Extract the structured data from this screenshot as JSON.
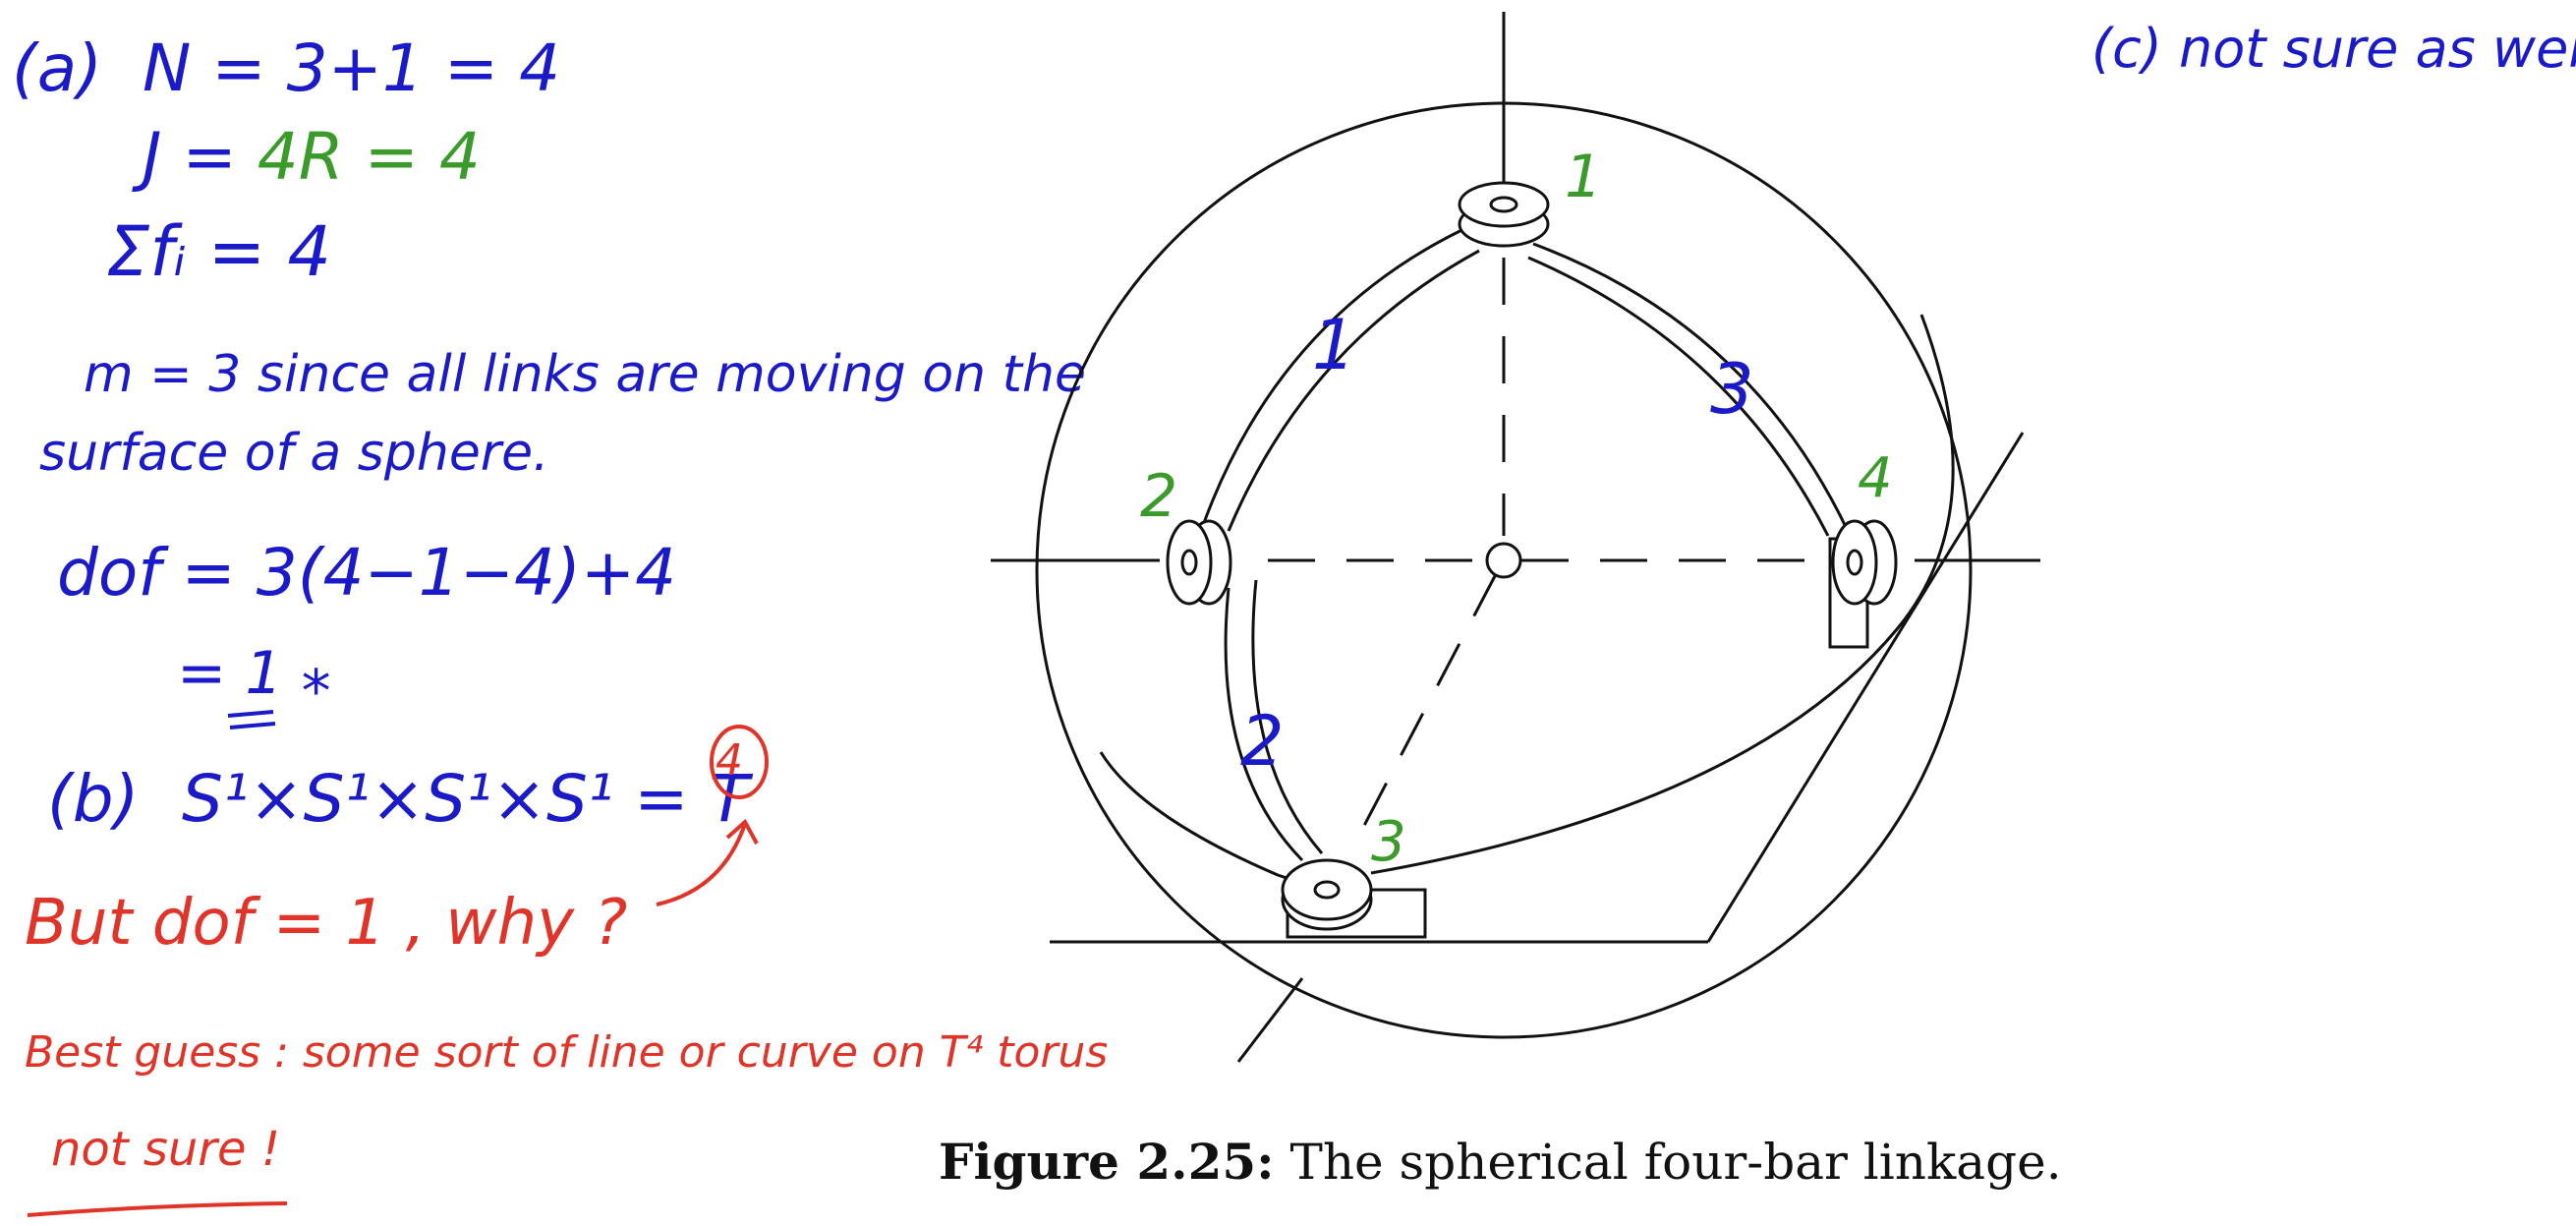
{
  "notes": {
    "a": {
      "label": "(a)",
      "n_line": "N = 3+1 = 4",
      "j_prefix": "J = ",
      "j_green": "4R = 4",
      "sum_line": "Σfᵢ = 4",
      "m_line": "m = 3 since all links are moving on the",
      "m_line2": "surface of a sphere.",
      "dof_line": "dof = 3(4−1−4)+4",
      "dof_result": "= 1  ⁎"
    },
    "b": {
      "label": "(b)",
      "formula": "S¹×S¹×S¹×S¹ = T",
      "exponent": "4",
      "question": "But dof = 1 , why ?",
      "guess": "Best guess : some sort of line or curve on T⁴ torus",
      "not_sure": "not sure !"
    },
    "c": {
      "text": "(c) not sure as well."
    }
  },
  "figure": {
    "caption_bold": "Figure 2.25:",
    "caption_text": " The spherical four-bar linkage.",
    "joint_labels": [
      "1",
      "2",
      "3",
      "4"
    ],
    "link_labels": [
      "1",
      "2",
      "3"
    ],
    "colors": {
      "joint_labels": "#3a9a2a",
      "link_labels": "#1a1ac8",
      "ink": "#111111"
    }
  },
  "colors": {
    "blue": "#1a1ac8",
    "green": "#3a9a2a",
    "red": "#e03428"
  }
}
